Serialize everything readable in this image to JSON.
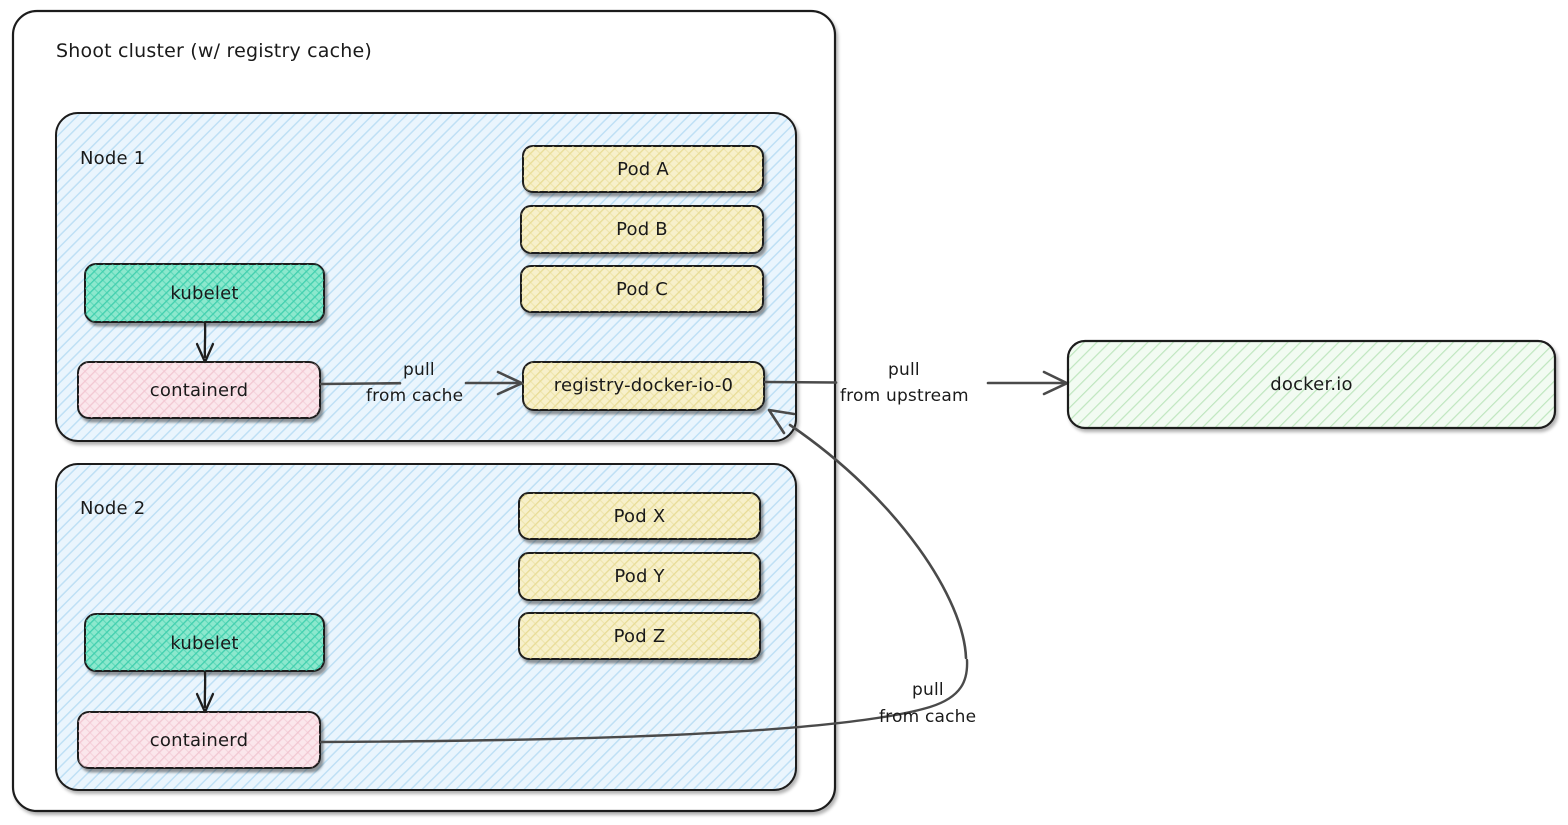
{
  "diagram": {
    "title": "Shoot cluster (w/ registry cache)",
    "outer_box": {
      "label": "Shoot cluster (w/ registry cache)",
      "fill": "#ffffff",
      "stroke": "#1e1e1e"
    },
    "nodes": [
      {
        "id": "node-1",
        "label": "Node 1",
        "fill": "#e8f4fd",
        "hatch": "#a8d4f0",
        "components": [
          {
            "id": "kubelet-1",
            "label": "kubelet",
            "fill": "#70e0c0",
            "hatch": "#3fcfae",
            "kind": "kubelet"
          },
          {
            "id": "containerd-1",
            "label": "containerd",
            "fill": "#f7dde3",
            "hatch": "#f0c2cd",
            "kind": "containerd"
          },
          {
            "id": "registry-cache",
            "label": "registry-docker-io-0",
            "fill": "#f5edc4",
            "hatch": "#e8dc96",
            "kind": "pod"
          }
        ],
        "pods": [
          {
            "label": "Pod A",
            "fill": "#f5edc4",
            "hatch": "#e8dc96"
          },
          {
            "label": "Pod B",
            "fill": "#f5edc4",
            "hatch": "#e8dc96"
          },
          {
            "label": "Pod C",
            "fill": "#f5edc4",
            "hatch": "#e8dc96"
          }
        ]
      },
      {
        "id": "node-2",
        "label": "Node 2",
        "fill": "#e8f4fd",
        "hatch": "#a8d4f0",
        "components": [
          {
            "id": "kubelet-2",
            "label": "kubelet",
            "fill": "#70e0c0",
            "hatch": "#3fcfae",
            "kind": "kubelet"
          },
          {
            "id": "containerd-2",
            "label": "containerd",
            "fill": "#f7dde3",
            "hatch": "#f0c2cd",
            "kind": "containerd"
          }
        ],
        "pods": [
          {
            "label": "Pod X",
            "fill": "#f5edc4",
            "hatch": "#e8dc96"
          },
          {
            "label": "Pod Y",
            "fill": "#f5edc4",
            "hatch": "#e8dc96"
          },
          {
            "label": "Pod Z",
            "fill": "#f5edc4",
            "hatch": "#e8dc96"
          }
        ]
      }
    ],
    "upstream": {
      "id": "docker-io",
      "label": "docker.io",
      "fill": "#e9f8e9",
      "hatch": "#b7e4b7"
    },
    "edges": [
      {
        "id": "kubelet1-to-containerd1",
        "label": "",
        "from": "kubelet-1",
        "to": "containerd-1"
      },
      {
        "id": "containerd1-to-cache",
        "label_line1": "pull",
        "label_line2": "from cache",
        "from": "containerd-1",
        "to": "registry-cache"
      },
      {
        "id": "cache-to-upstream",
        "label_line1": "pull",
        "label_line2": "from upstream",
        "from": "registry-cache",
        "to": "docker-io"
      },
      {
        "id": "kubelet2-to-containerd2",
        "label": "",
        "from": "kubelet-2",
        "to": "containerd-2"
      },
      {
        "id": "containerd2-to-cache",
        "label_line1": "pull",
        "label_line2": "from cache",
        "from": "containerd-2",
        "to": "registry-cache"
      }
    ],
    "colors": {
      "stroke": "#1e1e1e",
      "arrow": "#4a4a4a",
      "text": "#1a1a1a"
    }
  }
}
